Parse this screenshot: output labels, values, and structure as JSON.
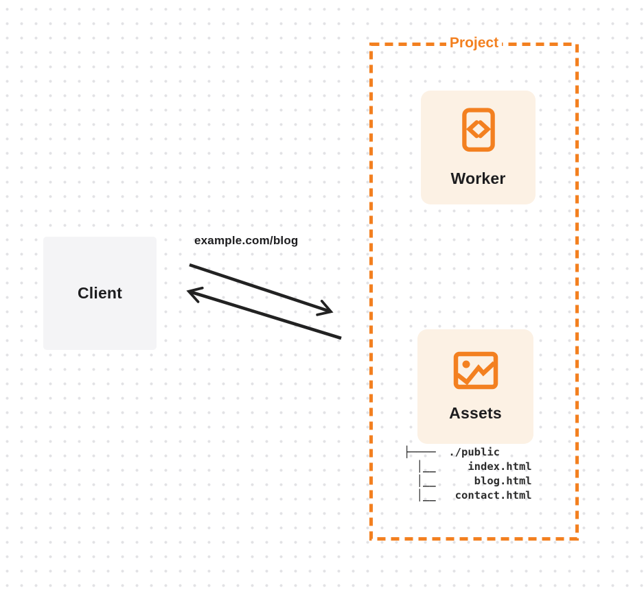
{
  "page": {
    "background": "#FFFFFF",
    "dot_grid_color": "#E2E2E5"
  },
  "colors": {
    "accent_orange": "#F38020",
    "card_cream": "#FCF1E4",
    "client_gray": "#F4F4F6",
    "text_dark": "#1D1D1F",
    "arrow_black": "#222222"
  },
  "client": {
    "label": "Client"
  },
  "request": {
    "url_label": "example.com/blog"
  },
  "project": {
    "label": "Project",
    "worker": {
      "label": "Worker",
      "icon": "code-document-icon"
    },
    "assets": {
      "label": "Assets",
      "icon": "image-icon",
      "file_tree": [
        "├────  ./public",
        "  │__     index.html",
        "  │__      blog.html",
        "  │__   contact.html"
      ]
    }
  }
}
